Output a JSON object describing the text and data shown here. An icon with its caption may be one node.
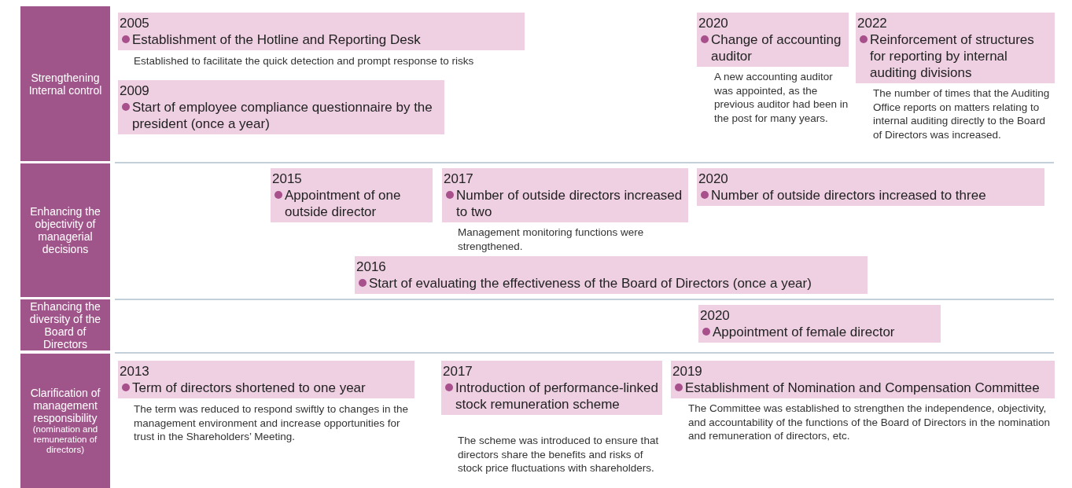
{
  "diagram": {
    "nodes": [
      {
        "text": [
          "Strengthening Internal control"
        ]
      },
      {
        "text": [
          "2005",
          "Establishment of the Hotline and Reporting Desk"
        ],
        "beside": [
          "Established to facilitate the quick detection and prompt response to risks"
        ]
      },
      {
        "text": [
          "2009",
          "Start of employee compliance questionnaire by the president (once a year)"
        ]
      },
      {
        "text": [
          "2020",
          "Change of accounting auditor"
        ],
        "beside": [
          "A new accounting auditor was appointed, as the previous auditor had been in the post for many years."
        ]
      },
      {
        "text": [
          "2022",
          "Reinforcement of structures for reporting by internal auditing divisions"
        ],
        "beside": [
          "The number of times that the Auditing Office reports on matters relating to internal auditing directly to the Board of Directors was increased."
        ]
      },
      {
        "text": [
          "Enhancing the objectivity of managerial decisions"
        ]
      },
      {
        "text": [
          "2015",
          "Appointment of one outside director"
        ]
      },
      {
        "text": [
          "2017",
          "Number of outside directors increased to two"
        ],
        "beside": [
          "Management monitoring functions were strengthened."
        ]
      },
      {
        "text": [
          "2020",
          "Number of outside directors increased to three"
        ]
      },
      {
        "text": [
          "2016",
          "Start of evaluating the effectiveness of the Board of Directors (once a year)"
        ]
      },
      {
        "text": [
          "Enhancing the diversity of the Board of Directors"
        ]
      },
      {
        "text": [
          "2020",
          "Appointment of female director"
        ]
      },
      {
        "text": [
          "Clarification of management responsibility",
          "(nomination and remuneration of directors)"
        ]
      },
      {
        "text": [
          "2013",
          "Term of directors shortened to one year"
        ],
        "beside": [
          "The term was reduced to respond swiftly to changes in the management environment and increase opportunities for trust in the Shareholders’ Meeting."
        ]
      },
      {
        "text": [
          "2017",
          "Introduction of performance-linked stock remuneration scheme"
        ],
        "beside": [
          "The scheme was introduced to ensure that directors share the benefits and risks of stock price fluctuations with shareholders."
        ]
      },
      {
        "text": [
          "2019",
          "Establishment of Nomination and Compensation Committee"
        ],
        "beside": [
          "The Committee was established to strengthen the independence, objectivity, and accountability of the functions of the Board of Directors in the nomination and remuneration of directors, etc."
        ]
      }
    ]
  }
}
